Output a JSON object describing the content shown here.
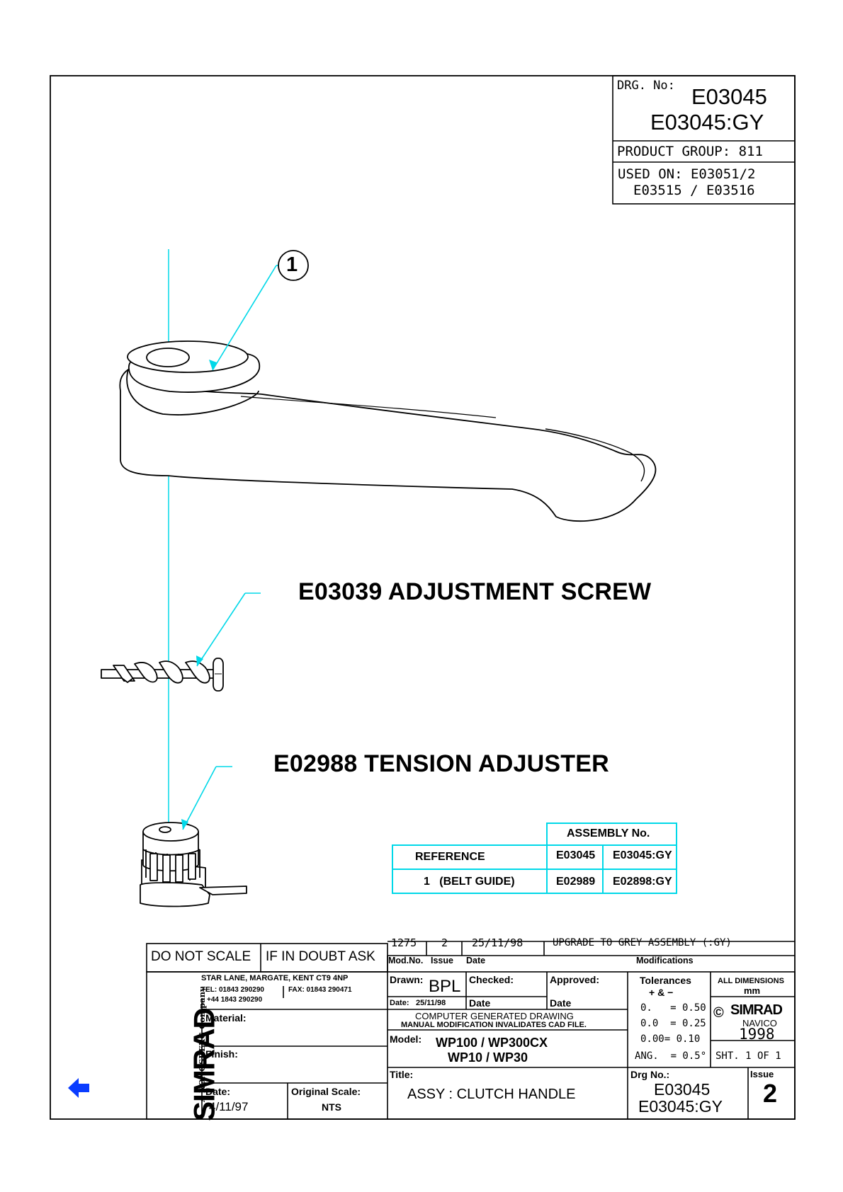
{
  "colors": {
    "ink": "#000000",
    "leader": "#00d8e8",
    "back_arrow": "#0a3cff"
  },
  "drg_box": {
    "label": "DRG. No:",
    "number_1": "E03045",
    "number_2": "E03045:GY",
    "product_group": "PRODUCT GROUP: 811",
    "used_on_1": "USED ON: E03051/2",
    "used_on_2": "E03515 / E03516"
  },
  "balloon": "1",
  "parts": {
    "screw": "E03039 ADJUSTMENT SCREW",
    "adjuster": "E02988 TENSION ADJUSTER"
  },
  "assembly_table": {
    "header": "ASSEMBLY No.",
    "rows": [
      {
        "ref": "REFERENCE",
        "a": "E03045",
        "b": "E03045:GY"
      },
      {
        "ref": "1   (BELT GUIDE)",
        "a": "E02989",
        "b": "E02898:GY"
      }
    ]
  },
  "title_block": {
    "do_not_scale": "DO NOT SCALE",
    "if_in_doubt": "IF IN DOUBT ASK",
    "modification": {
      "mod_no": "1275",
      "issue": "2",
      "date": "25/11/98",
      "text": "UPGRADE TO GREY ASSEMBLY (:GY)"
    },
    "mod_headers": {
      "mod_no": "Mod.No.",
      "issue": "Issue",
      "date": "Date",
      "modifications": "Modifications"
    },
    "company": "SIMRAD",
    "company_sub": "A KONGSBERG Company",
    "address": "STAR LANE, MARGATE, KENT CT9 4NP",
    "tel": "TEL: 01843 290290",
    "fax": "FAX: 01843 290471",
    "tel2": "+44 1843 290290",
    "drawn_label": "Drawn:",
    "drawn_by": "BPL",
    "drawn_date_label": "Date:",
    "drawn_date": "25/11/98",
    "checked_label": "Checked:",
    "checked_date_label": "Date",
    "approved_label": "Approved:",
    "approved_date_label": "Date",
    "tolerances": {
      "title": "Tolerances",
      "sign": "+ & −",
      "t1": "0.   = 0.50",
      "t2": "0.0  = 0.25",
      "t3": "0.00= 0.10",
      "ang": "ANG.  = 0.5°"
    },
    "all_dims_1": "ALL DIMENSIONS",
    "all_dims_2": "mm",
    "copyright_symbol": "©",
    "simrad_small": "SIMRAD",
    "navico": "NAVICO",
    "year": "1998",
    "sheet": "SHT. 1 OF 1",
    "material_label": "Material:",
    "finish_label": "Finish:",
    "computer_generated_1": "COMPUTER GENERATED DRAWING",
    "computer_generated_2": "MANUAL MODIFICATION INVALIDATES CAD FILE.",
    "model_label": "Model:",
    "model_1": "WP100 / WP300CX",
    "model_2": "WP10 / WP30",
    "date_label": "Date:",
    "date": "4/11/97",
    "orig_scale_label": "Original Scale:",
    "orig_scale": "NTS",
    "title_label": "Title:",
    "title": "ASSY : CLUTCH HANDLE",
    "drg_no_label": "Drg No.:",
    "drg_no_1": "E03045",
    "drg_no_2": "E03045:GY",
    "issue_label": "Issue",
    "issue": "2"
  }
}
